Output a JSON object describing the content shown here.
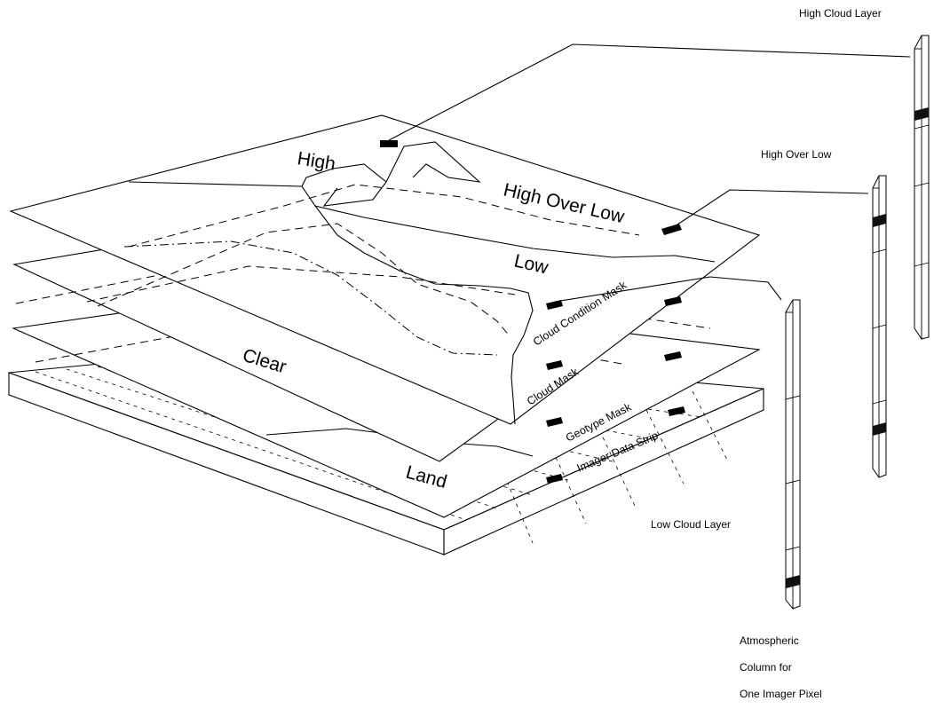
{
  "regions": {
    "high": "High",
    "high_over_low": "High Over Low",
    "low": "Low",
    "clear": "Clear",
    "land": "Land"
  },
  "layers": {
    "cloud_condition_mask": "Cloud Condition Mask",
    "cloud_mask": "Cloud Mask",
    "geotype_mask": "Geotype Mask",
    "imager_data_strip": "Imager Data Strip"
  },
  "columns": {
    "high_cloud_layer": "High Cloud Layer",
    "high_over_low": "High Over Low",
    "low_cloud_layer": "Low Cloud Layer"
  },
  "caption": {
    "line1": "Atmospheric",
    "line2": "Column for",
    "line3": "One Imager Pixel"
  }
}
